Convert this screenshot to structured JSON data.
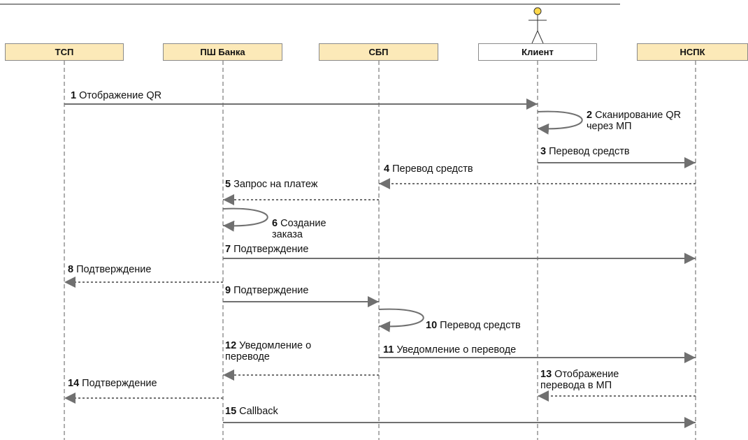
{
  "participants": [
    {
      "id": "tsp",
      "label": "ТСП",
      "fill": "#fce9b8"
    },
    {
      "id": "bank",
      "label": "ПШ Банка",
      "fill": "#fce9b8"
    },
    {
      "id": "sbp",
      "label": "СБП",
      "fill": "#fce9b8"
    },
    {
      "id": "client",
      "label": "Клиент",
      "fill": "#ffffff",
      "actor": true
    },
    {
      "id": "nspk",
      "label": "НСПК",
      "fill": "#fce9b8"
    }
  ],
  "messages": [
    {
      "num": "1",
      "text": "Отображение QR",
      "from": "tsp",
      "to": "client",
      "style": "solid"
    },
    {
      "num": "2",
      "text": "Сканирование QR\nчерез МП",
      "from": "client",
      "to": "client",
      "style": "self"
    },
    {
      "num": "3",
      "text": "Перевод средств",
      "from": "client",
      "to": "nspk",
      "style": "solid"
    },
    {
      "num": "4",
      "text": "Перевод средств",
      "from": "nspk",
      "to": "sbp",
      "style": "dotted"
    },
    {
      "num": "5",
      "text": "Запрос на платеж",
      "from": "sbp",
      "to": "bank",
      "style": "dotted"
    },
    {
      "num": "6",
      "text": " Создание\nзаказа",
      "from": "bank",
      "to": "bank",
      "style": "self"
    },
    {
      "num": "7",
      "text": "Подтверждение",
      "from": "bank",
      "to": "nspk",
      "style": "solid"
    },
    {
      "num": "8",
      "text": "Подтверждение",
      "from": "bank",
      "to": "tsp",
      "style": "dotted"
    },
    {
      "num": "9",
      "text": "Подтверждение",
      "from": "bank",
      "to": "sbp",
      "style": "solid"
    },
    {
      "num": "10",
      "text": "Перевод средств",
      "from": "sbp",
      "to": "sbp",
      "style": "self"
    },
    {
      "num": "11",
      "text": "Уведомление о переводе",
      "from": "sbp",
      "to": "nspk",
      "style": "solid"
    },
    {
      "num": "12",
      "text": "Уведомление о\nпереводе",
      "from": "sbp",
      "to": "bank",
      "style": "dotted"
    },
    {
      "num": "13",
      "text": "Отображение\nперевода в МП",
      "from": "nspk",
      "to": "client",
      "style": "dotted"
    },
    {
      "num": "14",
      "text": "Подтверждение",
      "from": "bank",
      "to": "tsp",
      "style": "dotted"
    },
    {
      "num": "15",
      "text": "Callback",
      "from": "bank",
      "to": "nspk",
      "style": "solid"
    }
  ],
  "colors": {
    "line": "#707070",
    "lifeline": "#9a9a9a",
    "box_fill": "#fce9b8",
    "box_border": "#8a8a8a"
  }
}
